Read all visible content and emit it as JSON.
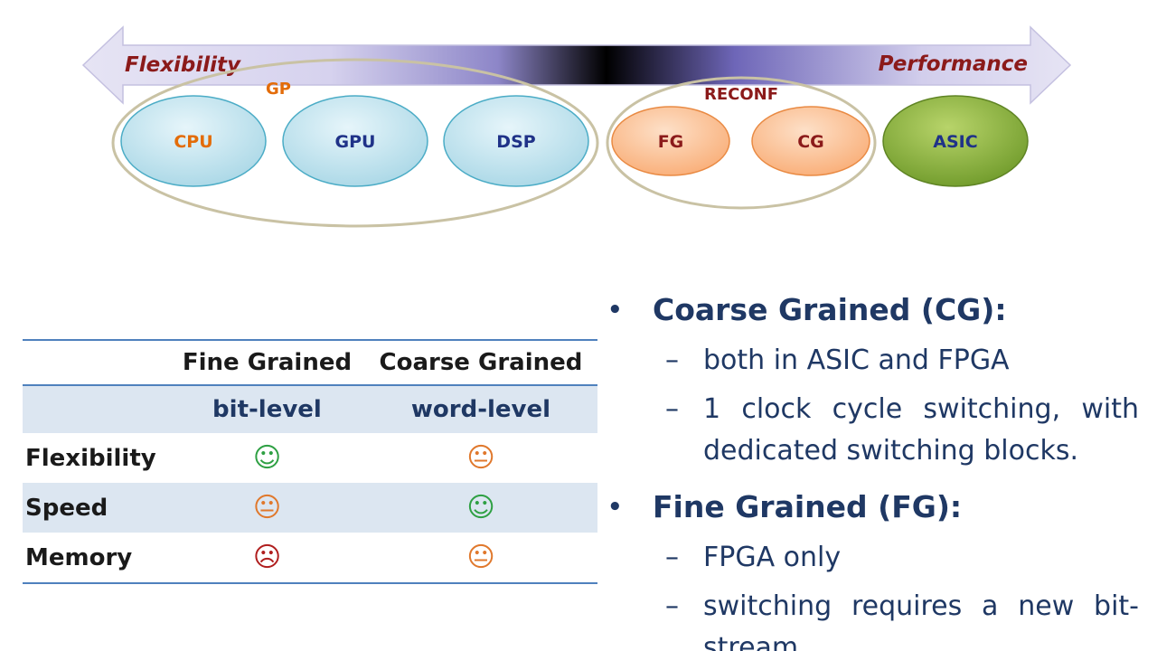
{
  "diagram": {
    "arrow_left_label": "Flexibility",
    "arrow_right_label": "Performance",
    "group_gp_label": "GP",
    "group_reconf_label": "RECONF",
    "nodes": {
      "cpu": "CPU",
      "gpu": "GPU",
      "dsp": "DSP",
      "fg": "FG",
      "cg": "CG",
      "asic": "ASIC"
    },
    "colors": {
      "label_dark_red": "#8b1a1a",
      "gp_orange": "#e36c09",
      "node_blue_fill": "#b7dde8",
      "node_orange_fill": "#fbb98a",
      "node_green_fill": "#8aae3a",
      "text_navy": "#1f3864"
    }
  },
  "table": {
    "headers": [
      "Fine Grained",
      "Coarse Grained"
    ],
    "subheaders": [
      "bit-level",
      "word-level"
    ],
    "rows": [
      {
        "label": "Flexibility",
        "fine": "☺",
        "coarse": "😐",
        "fine_kind": "happy",
        "coarse_kind": "neutral"
      },
      {
        "label": "Speed",
        "fine": "😐",
        "coarse": "☺",
        "fine_kind": "neutral",
        "coarse_kind": "happy"
      },
      {
        "label": "Memory",
        "fine": "☹",
        "coarse": "😐",
        "fine_kind": "sad",
        "coarse_kind": "neutral"
      }
    ]
  },
  "bullets": {
    "cg_title": "Coarse Grained (CG):",
    "cg_items": [
      "both in ASIC and FPGA",
      "1 clock cycle switching, with dedicated switching blocks."
    ],
    "fg_title": "Fine Grained (FG):",
    "fg_items": [
      "FPGA only",
      "switching requires a new bit-stream"
    ]
  }
}
